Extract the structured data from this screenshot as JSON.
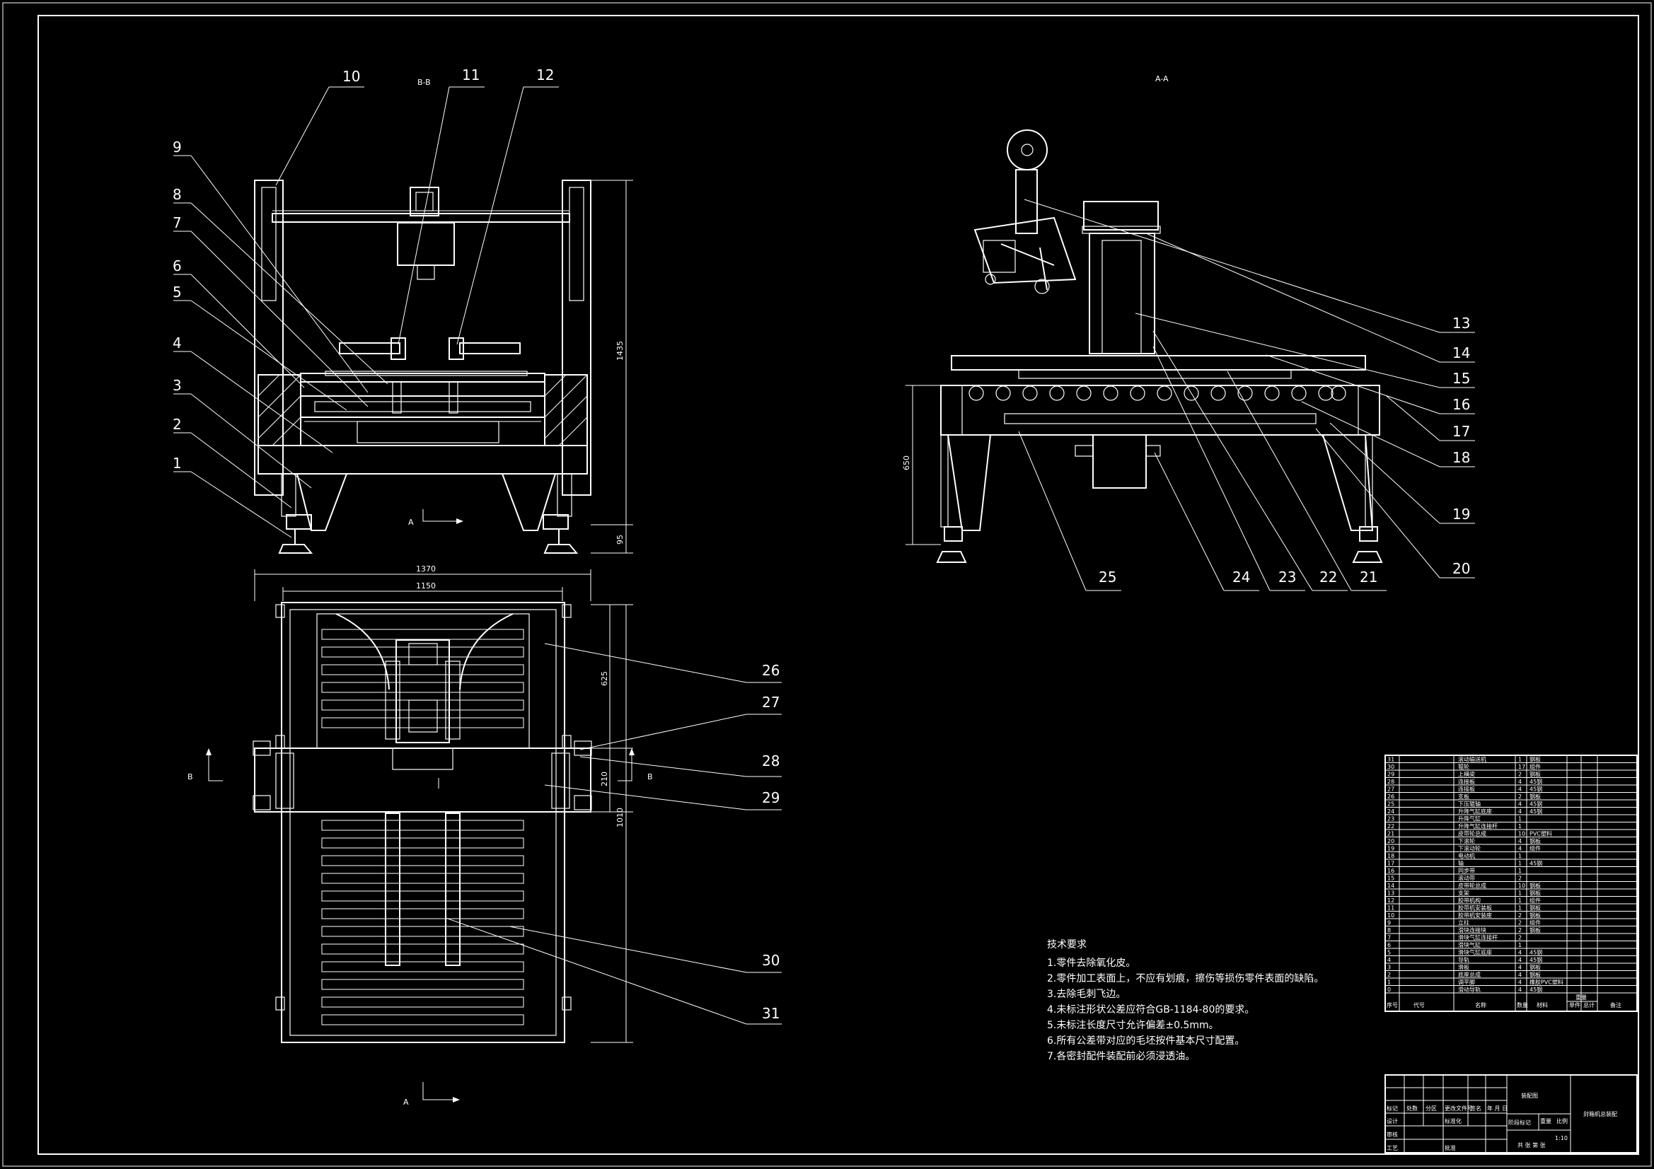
{
  "drawing": {
    "sections": {
      "bb": "B-B",
      "aa": "A-A"
    },
    "view_markers": {
      "a": "A",
      "b": "B"
    },
    "dimensions": {
      "height_1435": "1435",
      "foot_95": "95",
      "width_1370": "1370",
      "width_1150": "1150",
      "depth_625": "625",
      "gap_210": "210",
      "depth_1010": "1010",
      "height_650": "650"
    },
    "balloons": [
      {
        "id": "1",
        "label": "1"
      },
      {
        "id": "2",
        "label": "2"
      },
      {
        "id": "3",
        "label": "3"
      },
      {
        "id": "4",
        "label": "4"
      },
      {
        "id": "5",
        "label": "5"
      },
      {
        "id": "6",
        "label": "6"
      },
      {
        "id": "7",
        "label": "7"
      },
      {
        "id": "8",
        "label": "8"
      },
      {
        "id": "9",
        "label": "9"
      },
      {
        "id": "10",
        "label": "10"
      },
      {
        "id": "11",
        "label": "11"
      },
      {
        "id": "12",
        "label": "12"
      },
      {
        "id": "13",
        "label": "13"
      },
      {
        "id": "14",
        "label": "14"
      },
      {
        "id": "15",
        "label": "15"
      },
      {
        "id": "16",
        "label": "16"
      },
      {
        "id": "17",
        "label": "17"
      },
      {
        "id": "18",
        "label": "18"
      },
      {
        "id": "19",
        "label": "19"
      },
      {
        "id": "20",
        "label": "20"
      },
      {
        "id": "21",
        "label": "21"
      },
      {
        "id": "22",
        "label": "22"
      },
      {
        "id": "23",
        "label": "23"
      },
      {
        "id": "24",
        "label": "24"
      },
      {
        "id": "25",
        "label": "25"
      },
      {
        "id": "26",
        "label": "26"
      },
      {
        "id": "27",
        "label": "27"
      },
      {
        "id": "28",
        "label": "28"
      },
      {
        "id": "29",
        "label": "29"
      },
      {
        "id": "30",
        "label": "30"
      },
      {
        "id": "31",
        "label": "31"
      }
    ]
  },
  "notes": {
    "title": "技术要求",
    "items": [
      "1.零件去除氧化皮。",
      "2.零件加工表面上，不应有划痕，擦伤等损伤零件表面的缺陷。",
      "3.去除毛刺飞边。",
      "4.未标注形状公差应符合GB-1184-80的要求。",
      "5.未标注长度尺寸允许偏差±0.5mm。",
      "6.所有公差带对应的毛坯按件基本尺寸配置。",
      "7.各密封配件装配前必须浸透油。"
    ]
  },
  "parts_list": {
    "columns": [
      "序号",
      "代号",
      "名称",
      "数量",
      "材料",
      "单件",
      "总计",
      "备注"
    ],
    "weight_header": "重量",
    "rows": [
      {
        "no": "31",
        "name": "滚动输送机",
        "qty": "1",
        "mat": "钢板"
      },
      {
        "no": "30",
        "name": "辊轮",
        "qty": "17",
        "mat": "组件"
      },
      {
        "no": "29",
        "name": "上横梁",
        "qty": "2",
        "mat": "钢板"
      },
      {
        "no": "28",
        "name": "连接板",
        "qty": "4",
        "mat": "45钢"
      },
      {
        "no": "27",
        "name": "连接板",
        "qty": "4",
        "mat": "45钢"
      },
      {
        "no": "26",
        "name": "支板",
        "qty": "2",
        "mat": "钢板"
      },
      {
        "no": "25",
        "name": "下压辊轴",
        "qty": "4",
        "mat": "45钢"
      },
      {
        "no": "24",
        "name": "升降气缸底座",
        "qty": "4",
        "mat": "45钢"
      },
      {
        "no": "23",
        "name": "升降气缸",
        "qty": "1",
        "mat": ""
      },
      {
        "no": "22",
        "name": "升降气缸连接杆",
        "qty": "1",
        "mat": ""
      },
      {
        "no": "21",
        "name": "皮带轮总成",
        "qty": "10",
        "mat": "PVC塑料"
      },
      {
        "no": "20",
        "name": "下滚轮",
        "qty": "4",
        "mat": "钢板"
      },
      {
        "no": "19",
        "name": "下滚动轮",
        "qty": "4",
        "mat": "组件"
      },
      {
        "no": "18",
        "name": "电动机",
        "qty": "1",
        "mat": ""
      },
      {
        "no": "17",
        "name": "轴",
        "qty": "1",
        "mat": "45钢"
      },
      {
        "no": "16",
        "name": "同步带",
        "qty": "1",
        "mat": ""
      },
      {
        "no": "15",
        "name": "滚动带",
        "qty": "2",
        "mat": ""
      },
      {
        "no": "14",
        "name": "皮带轮总成",
        "qty": "10",
        "mat": "钢板"
      },
      {
        "no": "13",
        "name": "支架",
        "qty": "1",
        "mat": "钢板"
      },
      {
        "no": "12",
        "name": "胶带机构",
        "qty": "1",
        "mat": "组件"
      },
      {
        "no": "11",
        "name": "胶带机安装板",
        "qty": "1",
        "mat": "钢板"
      },
      {
        "no": "10",
        "name": "胶带机安装座",
        "qty": "2",
        "mat": "钢板"
      },
      {
        "no": "9",
        "name": "立柱",
        "qty": "2",
        "mat": "组件"
      },
      {
        "no": "8",
        "name": "滑块连接块",
        "qty": "2",
        "mat": "钢板"
      },
      {
        "no": "7",
        "name": "滑块气缸连接杆",
        "qty": "2",
        "mat": ""
      },
      {
        "no": "6",
        "name": "滑块气缸",
        "qty": "1",
        "mat": ""
      },
      {
        "no": "5",
        "name": "滑块气缸底座",
        "qty": "4",
        "mat": "45钢"
      },
      {
        "no": "4",
        "name": "导轨",
        "qty": "4",
        "mat": "45钢"
      },
      {
        "no": "3",
        "name": "滑板",
        "qty": "4",
        "mat": "钢板"
      },
      {
        "no": "2",
        "name": "底座总成",
        "qty": "4",
        "mat": "钢板"
      },
      {
        "no": "1",
        "name": "调平脚",
        "qty": "4",
        "mat": "橡胶PVC塑料"
      },
      {
        "no": "0",
        "name": "滑动导轨",
        "qty": "4",
        "mat": "45钢"
      }
    ],
    "title_block": {
      "assembly": "装配图",
      "drawing_title": "封箱机总装配",
      "scale_label": "比例",
      "scale": "1:10",
      "stage_label": "阶段标记",
      "weight_label": "重量",
      "sheets": "共 张 第 张",
      "rev_cols": [
        "标记",
        "处数",
        "分区",
        "更改文件号",
        "签名",
        "年 月 日"
      ],
      "roles": [
        "设计",
        "标准化",
        "审核",
        "工艺",
        "批准"
      ]
    }
  }
}
